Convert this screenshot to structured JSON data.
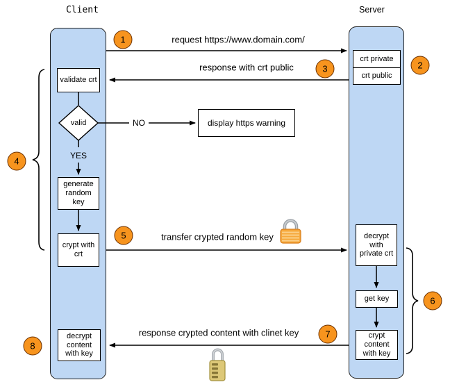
{
  "actors": {
    "client": "Client",
    "server": "Server"
  },
  "steps": [
    "1",
    "2",
    "3",
    "4",
    "5",
    "6",
    "7",
    "8"
  ],
  "messages": {
    "request": "request https://www.domain.com/",
    "response_public": "response with crt public",
    "transfer_key": "transfer crypted random key",
    "response_content": "response crypted content with clinet key"
  },
  "decision": {
    "question": "valid",
    "no": "NO",
    "yes": "YES"
  },
  "client_nodes": {
    "validate_crt": "validate crt",
    "generate_key": "generate random key",
    "crypt_with_crt": "crypt with crt",
    "decrypt_content": "decrypt content with key"
  },
  "server_nodes": {
    "crt_private": "crt private",
    "crt_public": "crt public",
    "decrypt_private": "decrypt with private crt",
    "get_key": "get key",
    "crypt_content": "crypt content with key"
  },
  "warning": "display https warning",
  "icons": {
    "transfer_lock": "closed-padlock-icon",
    "content_lock": "combination-padlock-icon"
  },
  "colors": {
    "lifeline_fill": "#bed7f4",
    "step_fill": "#f7941e",
    "line": "#000000",
    "lock_gold": "#f6a83b",
    "combo_gold": "#ddc878"
  }
}
